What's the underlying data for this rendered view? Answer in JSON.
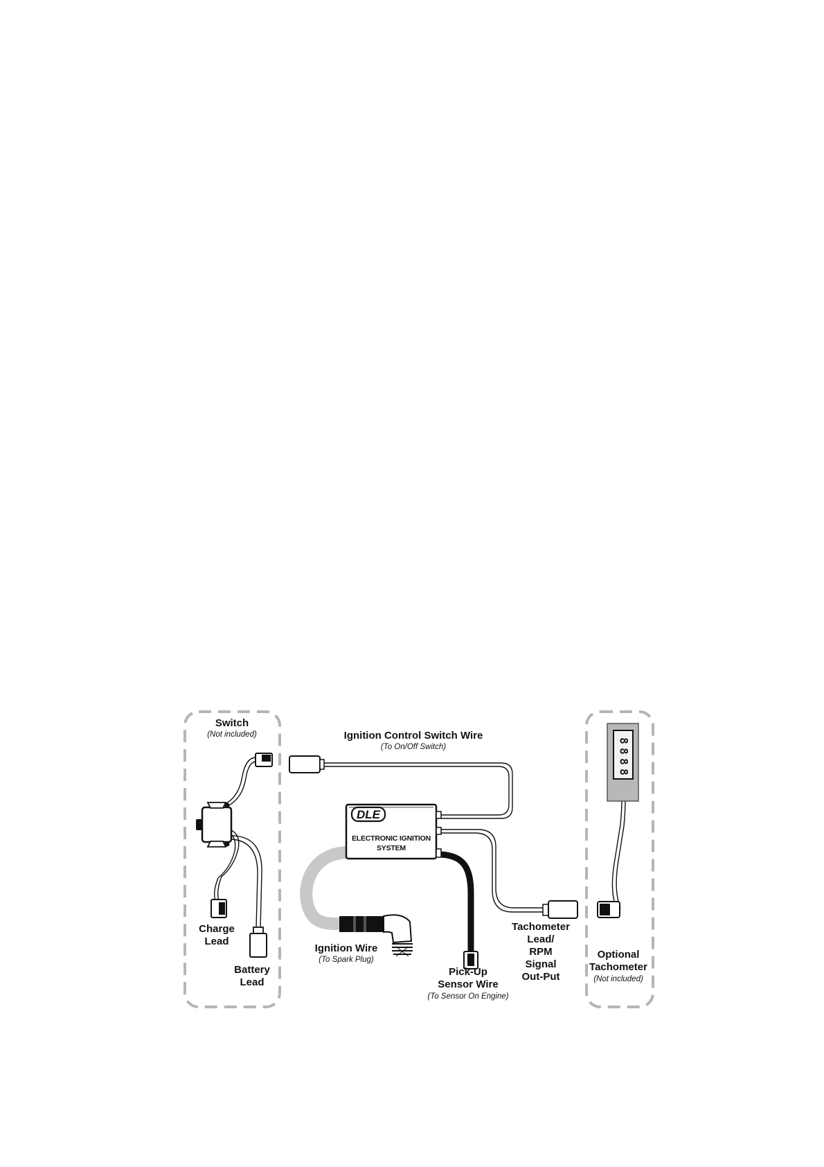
{
  "diagram": {
    "module": {
      "logo": "DLE",
      "title_line1": "ELECTRONIC IGNITION",
      "title_line2": "SYSTEM"
    },
    "tachometer_display": [
      "8",
      "8",
      "8",
      "8"
    ],
    "labels": {
      "switch": {
        "title": "Switch",
        "note": "(Not included)"
      },
      "ignition_control": {
        "title": "Ignition Control Switch Wire",
        "note": "(To On/Off Switch)"
      },
      "charge_lead": [
        "Charge",
        "Lead"
      ],
      "battery_lead": [
        "Battery",
        "Lead"
      ],
      "ignition_wire": {
        "title": "Ignition Wire",
        "note": "(To Spark Plug)"
      },
      "pickup": {
        "lines": [
          "Pick-Up",
          "Sensor Wire"
        ],
        "note": "(To Sensor On Engine)"
      },
      "tach_lead": [
        "Tachometer",
        "Lead/",
        "RPM",
        "Signal",
        "Out-Put"
      ],
      "optional_tach": {
        "lines": [
          "Optional",
          "Tachometer"
        ],
        "note": "(Not included)"
      }
    },
    "colors": {
      "ink": "#111111",
      "dashed_border": "#b5b5b5",
      "ignition_wire": "#c8c8c8",
      "tach_body": "#b8b8b8",
      "display_window": "#f2f2f2"
    }
  }
}
